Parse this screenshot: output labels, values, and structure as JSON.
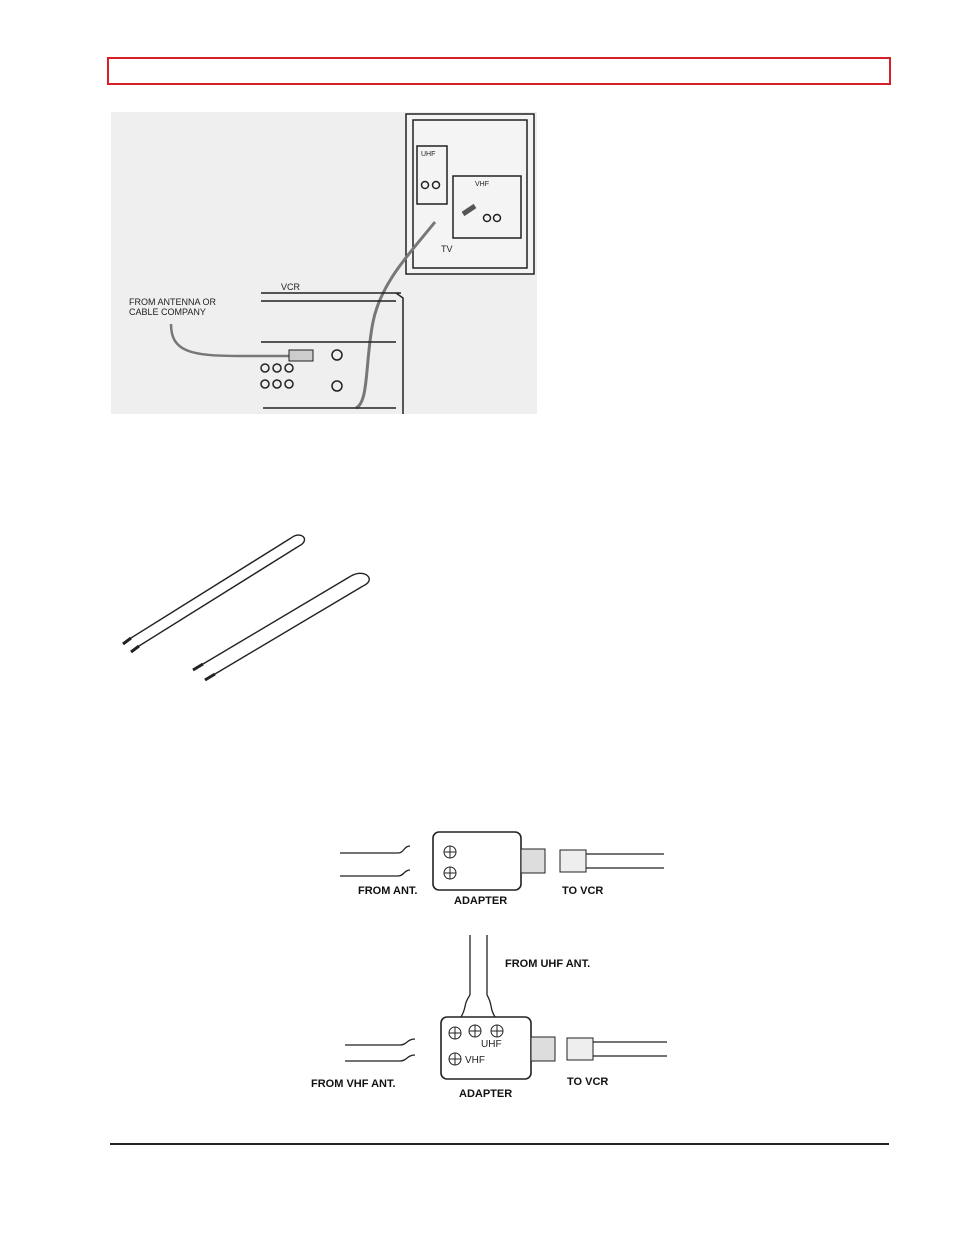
{
  "figure1": {
    "label_from_antenna_1": "FROM ANTENNA OR",
    "label_from_antenna_2": "CABLE COMPANY",
    "label_vcr": "VCR",
    "label_tv": "TV",
    "label_uhf": "UHF",
    "label_vhf": "VHF"
  },
  "figure3": {
    "label_from_ant": "FROM ANT.",
    "label_adapter": "ADAPTER",
    "label_to_vcr": "TO VCR"
  },
  "figure4": {
    "label_from_uhf_ant": "FROM UHF ANT.",
    "label_from_vhf_ant": "FROM VHF ANT.",
    "label_uhf": "UHF",
    "label_vhf": "VHF",
    "label_adapter": "ADAPTER",
    "label_to_vcr": "TO VCR"
  },
  "colors": {
    "header_border": "#d61f26",
    "line": "#222222"
  }
}
